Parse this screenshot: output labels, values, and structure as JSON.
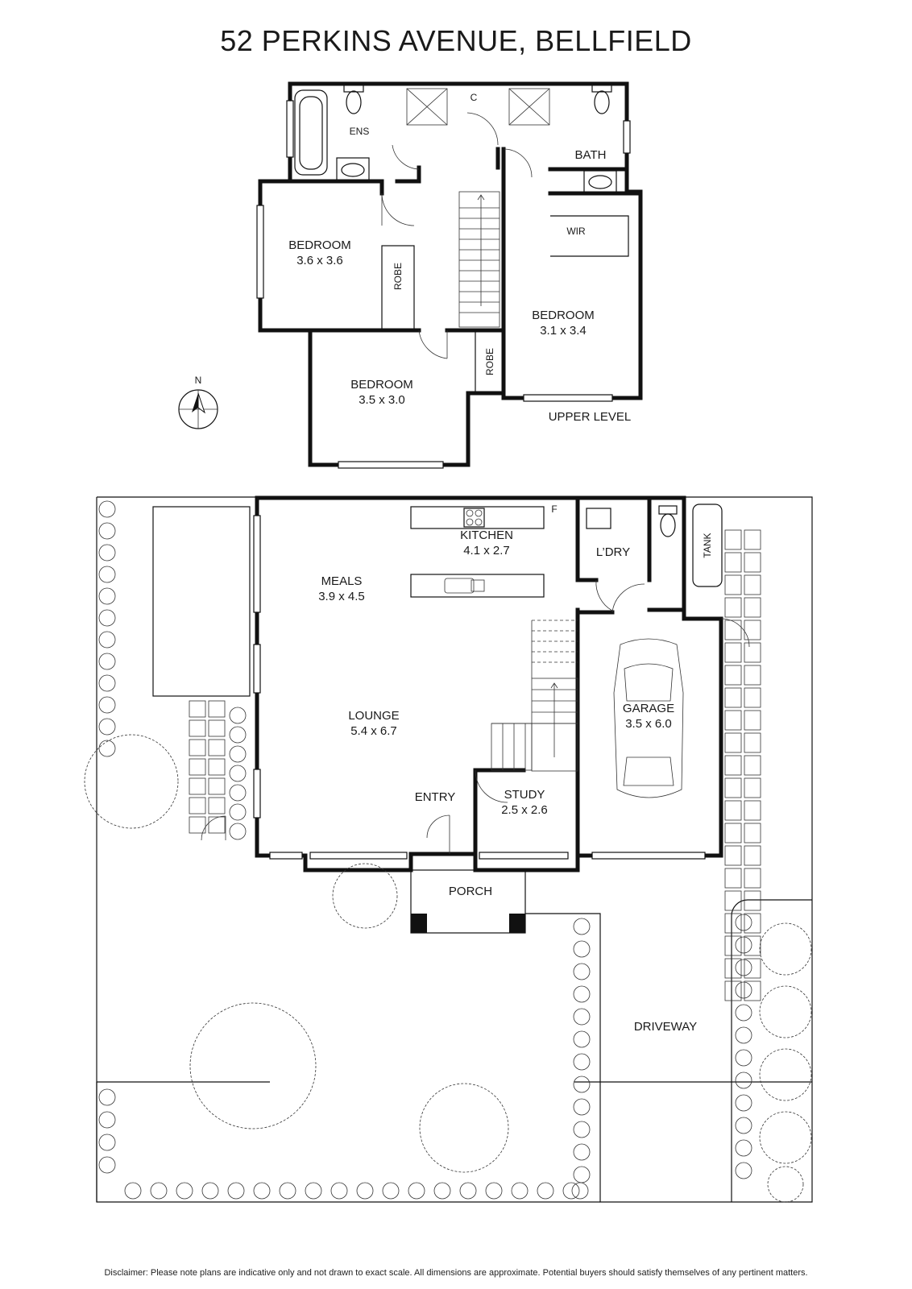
{
  "title": "52 PERKINS AVENUE, BELLFIELD",
  "disclaimer": "Disclaimer: Please note plans are indicative only and not drawn to exact scale. All dimensions are approximate. Potential buyers should satisfy themselves of any pertinent matters.",
  "compass": {
    "label": "N"
  },
  "upper_level": {
    "label": "UPPER LEVEL",
    "rooms": {
      "ens": "ENS",
      "c": "C",
      "bath": "BATH",
      "wir": "WIR",
      "robe_1": "ROBE",
      "robe_2": "ROBE",
      "bedroom_1": {
        "name": "BEDROOM",
        "dims": "3.6 x 3.6"
      },
      "bedroom_2": {
        "name": "BEDROOM",
        "dims": "3.1 x 3.4"
      },
      "bedroom_3": {
        "name": "BEDROOM",
        "dims": "3.5 x 3.0"
      }
    }
  },
  "ground_level": {
    "rooms": {
      "f": "F",
      "kitchen": {
        "name": "KITCHEN",
        "dims": "4.1 x 2.7"
      },
      "ldry": "L’DRY",
      "tank": "TANK",
      "meals": {
        "name": "MEALS",
        "dims": "3.9 x 4.5"
      },
      "lounge": {
        "name": "LOUNGE",
        "dims": "5.4 x 6.7"
      },
      "garage": {
        "name": "GARAGE",
        "dims": "3.5 x 6.0"
      },
      "entry": "ENTRY",
      "study": {
        "name": "STUDY",
        "dims": "2.5 x 2.6"
      },
      "porch": "PORCH",
      "driveway": "DRIVEWAY"
    }
  }
}
